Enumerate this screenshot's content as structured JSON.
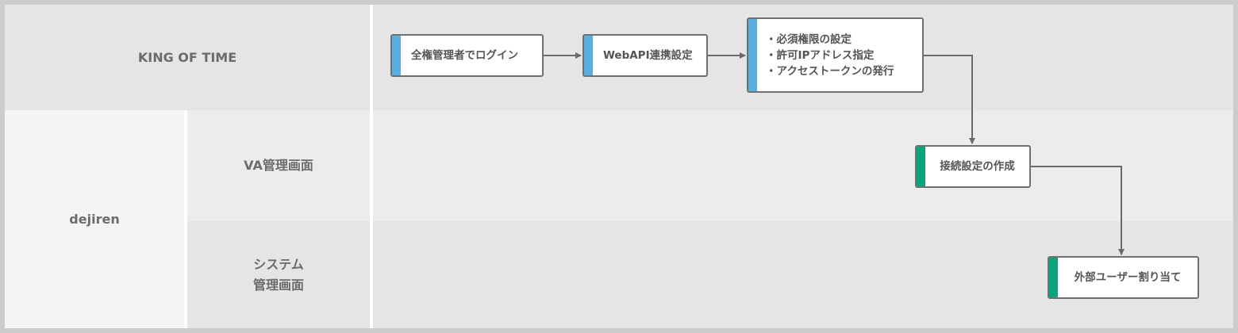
{
  "lanes": {
    "kingoftime": "KING OF TIME",
    "dejiren": "dejiren",
    "va_admin": "VA管理画面",
    "system_admin_line1": "システム",
    "system_admin_line2": "管理画面"
  },
  "steps": [
    {
      "label": "全権管理者でログイン"
    },
    {
      "label": "WebAPI連携設定"
    },
    {
      "lines": [
        "・必須権限の設定",
        "・許可IPアドレス指定",
        "・アクセストークンの発行"
      ]
    },
    {
      "label": "接続設定の作成"
    },
    {
      "label": "外部ユーザー割り当て"
    }
  ],
  "colors": {
    "kot_accent": "#5aaee0",
    "dejiren_accent": "#0aa57a",
    "connector": "#6a6a6a"
  }
}
